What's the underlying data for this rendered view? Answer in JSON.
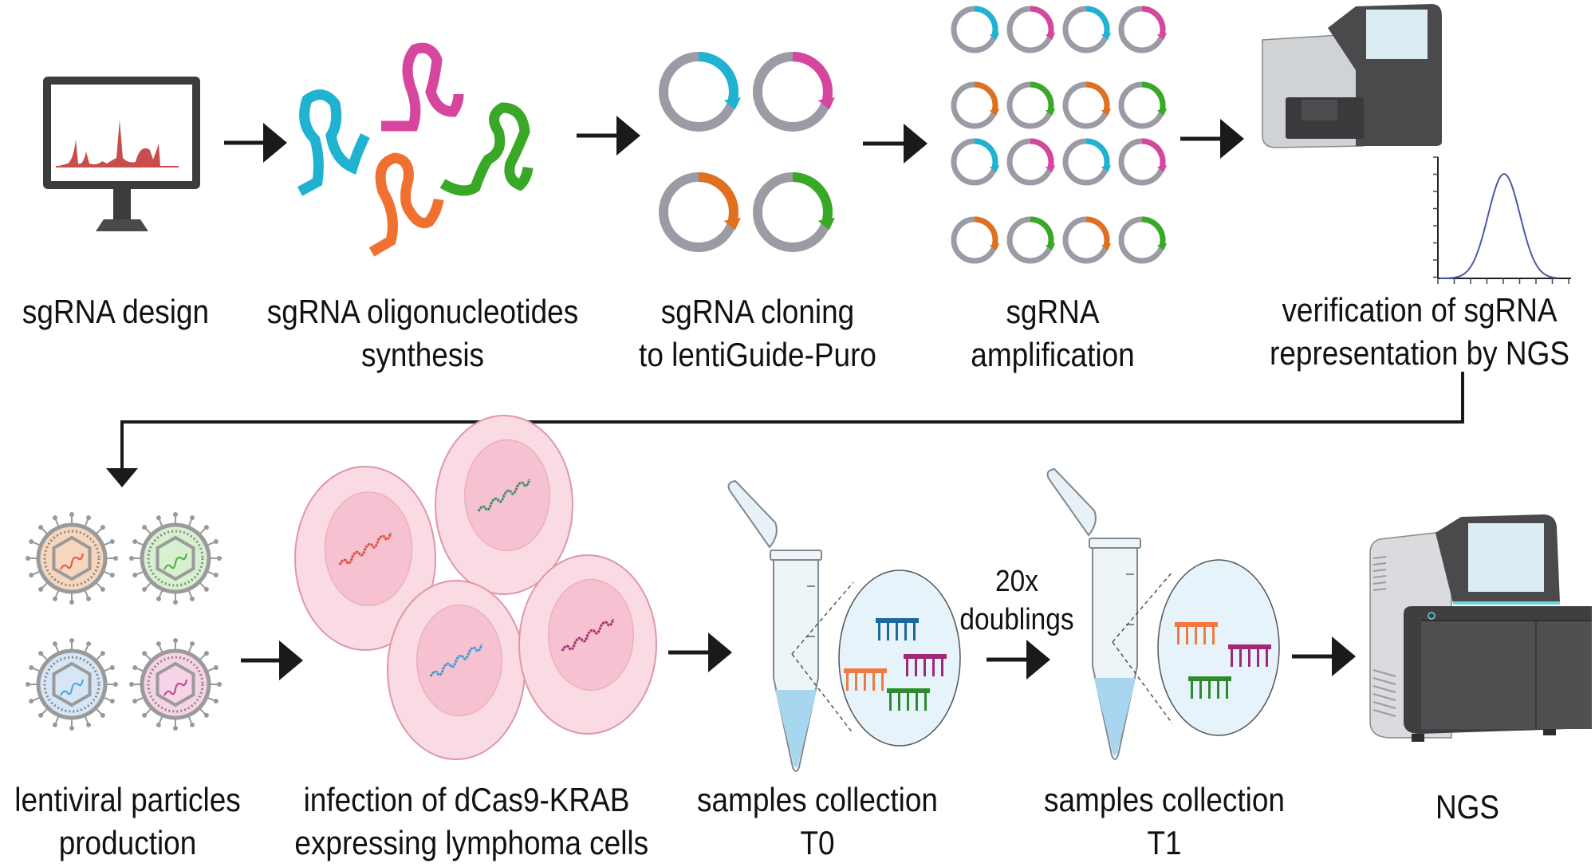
{
  "steps": [
    {
      "id": "design",
      "lines": [
        "sgRNA design"
      ]
    },
    {
      "id": "synthesis",
      "lines": [
        "sgRNA oligonucleotides",
        "synthesis"
      ]
    },
    {
      "id": "cloning",
      "lines": [
        "sgRNA cloning",
        "to lentiGuide-Puro"
      ]
    },
    {
      "id": "amplification",
      "lines": [
        "sgRNA",
        "amplification"
      ]
    },
    {
      "id": "verification",
      "lines": [
        "verification of sgRNA",
        "representation by NGS"
      ]
    },
    {
      "id": "lentiviral",
      "lines": [
        "lentiviral particles",
        "production"
      ]
    },
    {
      "id": "infection",
      "lines": [
        "infection of dCas9-KRAB",
        "expressing lymphoma cells"
      ]
    },
    {
      "id": "t0",
      "lines": [
        "samples collection",
        "T0"
      ]
    },
    {
      "id": "t1",
      "lines": [
        "samples collection",
        "T1"
      ]
    },
    {
      "id": "ngs",
      "lines": [
        "NGS"
      ]
    }
  ],
  "doublings": {
    "lines": [
      "20x",
      "doublings"
    ]
  },
  "colors": {
    "cyan": "#1fb3d1",
    "magenta": "#d6459e",
    "orange": "#e07020",
    "green": "#3aa827",
    "plasmid_gray": "#9b9ba6",
    "chromatogram_red": "#c84d4d",
    "device_dark": "#4a4a4c",
    "device_light": "#d4d6d8",
    "cell_pink": "#f9d3dc",
    "nucleus_pink": "#f4b9c9",
    "tube_blue": "#a9d6ef",
    "arrow": "#1a1a1a"
  }
}
